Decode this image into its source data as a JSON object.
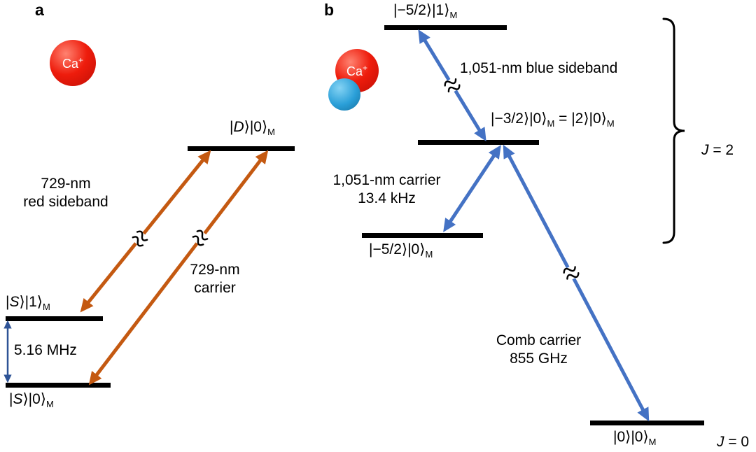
{
  "figure": {
    "panel_a_label": "a",
    "panel_b_label": "b"
  },
  "colors": {
    "arrow_orange": "#c45911",
    "arrow_blue": "#4472c4",
    "arrow_navy": "#2e5396",
    "level": "#000000",
    "ion_red": "#ee1c0c",
    "ion_blue": "#2a9fd8"
  },
  "panel_a": {
    "ion": {
      "symbol": "Ca",
      "charge": "+"
    },
    "levels": {
      "d0": {
        "pre": "|",
        "letter": "D",
        "post": "⟩|0⟩",
        "sub": "M"
      },
      "s1": {
        "pre": "|",
        "letter": "S",
        "post": "⟩|1⟩",
        "sub": "M"
      },
      "s0": {
        "pre": "|",
        "letter": "S",
        "post": "⟩|0⟩",
        "sub": "M"
      }
    },
    "annotations": {
      "red_sideband": "729-nm\nred sideband",
      "carrier": "729-nm\ncarrier",
      "splitting": "5.16 MHz"
    }
  },
  "panel_b": {
    "ion": {
      "symbol": "Ca",
      "charge": "+"
    },
    "levels": {
      "top": {
        "main": "|−5/2⟩|1⟩",
        "sub": "M"
      },
      "mid": {
        "main": "|−3/2⟩|0⟩",
        "sub": "M",
        "eq": " = ",
        "main2": "|2⟩|0⟩",
        "sub2": "M"
      },
      "low": {
        "main": "|−5/2⟩|0⟩",
        "sub": "M"
      },
      "bot": {
        "main": "|0⟩|0⟩",
        "sub": "M"
      }
    },
    "annotations": {
      "blue_sideband": "1,051-nm blue sideband",
      "carrier": "1,051-nm carrier\n13.4 kHz",
      "comb_carrier": "Comb carrier\n855 GHz",
      "j2": {
        "letter": "J",
        "rest": " = 2"
      },
      "j0": {
        "letter": "J",
        "rest": " = 0"
      }
    }
  }
}
